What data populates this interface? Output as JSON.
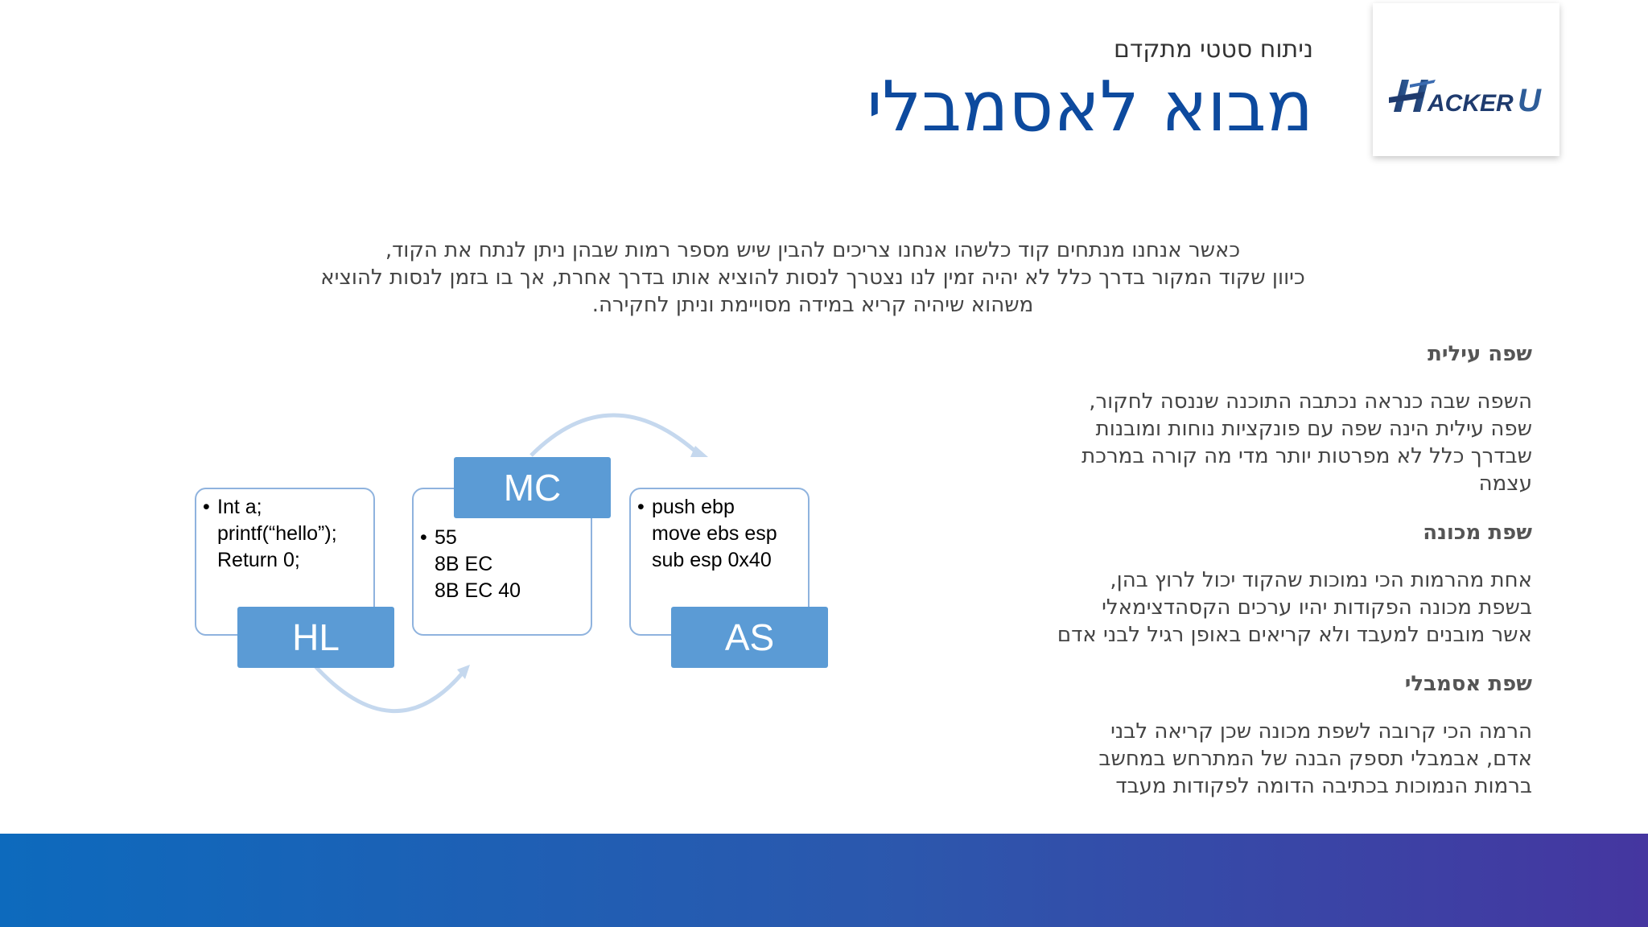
{
  "header": {
    "subtitle": "ניתוח סטטי מתקדם",
    "title": "מבוא לאסמבלי"
  },
  "logo": {
    "text": "HACKERU",
    "icon": "hackeru-logo"
  },
  "intro": {
    "lines": [
      "כאשר אנחנו מנתחים קוד כלשהו אנחנו צריכים להבין שיש מספר רמות שבהן ניתן לנתח את הקוד,",
      "כיוון שקוד המקור בדרך כלל לא יהיה זמין לנו נצטרך לנסות להוציא אותו בדרך אחרת, אך בו בזמן לנסות להוציא",
      "משהוא שיהיה קריא במידה מסויימת וניתן לחקירה."
    ]
  },
  "sections": [
    {
      "heading": "שפה עילית",
      "lines": [
        "השפה שבה כנראה נכתבה התוכנה שננסה לחקור,",
        "שפה עילית הינה שפה עם פונקציות נוחות ומובנות",
        "שבדרך כלל לא מפרטות יותר מדי מה קורה במרכת",
        "עצמה"
      ]
    },
    {
      "heading": "שפת מכונה",
      "lines": [
        "אחת מהרמות הכי נמוכות שהקוד יכול לרוץ בהן,",
        "בשפת מכונה הפקודות יהיו ערכים הקסהדצימאלי",
        "אשר מובנים למעבד ולא קריאים באופן רגיל לבני אדם"
      ]
    },
    {
      "heading": "שפת אסמבלי",
      "lines": [
        "הרמה הכי קרובה לשפת מכונה שכן קריאה לבני",
        "אדם, אבמבלי תספק הבנה של המתרחש במחשב",
        "ברמות הנמוכות בכתיבה הדומה לפקודות מעבד"
      ]
    }
  ],
  "diagram": {
    "nodes": [
      {
        "tag": "HL",
        "lines": [
          "Int a;",
          "printf(“hello”);",
          "Return 0;"
        ]
      },
      {
        "tag": "MC",
        "lines": [
          "55",
          "8B EC",
          "8B EC 40"
        ]
      },
      {
        "tag": "AS",
        "lines": [
          "push ebp",
          "move ebs esp",
          "sub esp 0x40"
        ]
      }
    ],
    "colors": {
      "tag_fill": "#5b9bd5",
      "box_border": "#8fb3de",
      "arrow": "#c5d8ee"
    }
  },
  "footer": {
    "gradient": [
      "#0d6abd",
      "#2c57ad",
      "#4536a0"
    ]
  }
}
